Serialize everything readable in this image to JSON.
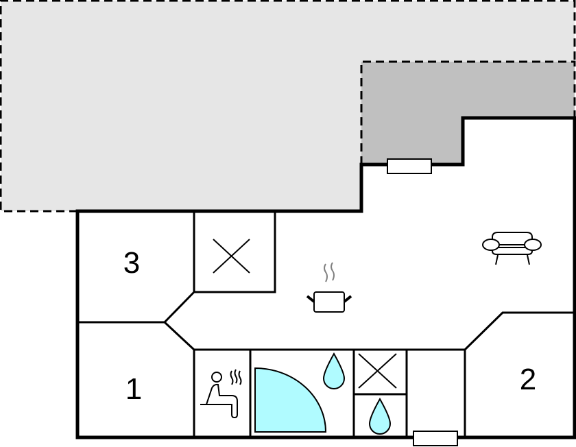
{
  "floorplan": {
    "colors": {
      "outside_area": "#e6e6e6",
      "terrace": "#c0c0c0",
      "water": "#b0fbff",
      "wall": "#000000",
      "background": "#ffffff",
      "steam": "#808080"
    },
    "rooms": [
      {
        "id": "bedroom-3",
        "label": "3"
      },
      {
        "id": "bedroom-1",
        "label": "1"
      },
      {
        "id": "bedroom-2",
        "label": "2"
      }
    ],
    "icons": [
      {
        "name": "cooking-pot-icon",
        "meaning": "kitchen"
      },
      {
        "name": "armchair-icon",
        "meaning": "living room"
      },
      {
        "name": "sauna-icon",
        "meaning": "sauna"
      },
      {
        "name": "shower-icon",
        "meaning": "shower / bathroom"
      },
      {
        "name": "water-drop-icon",
        "meaning": "bathroom"
      },
      {
        "name": "x-mark-icon",
        "meaning": "storage / void"
      }
    ]
  }
}
